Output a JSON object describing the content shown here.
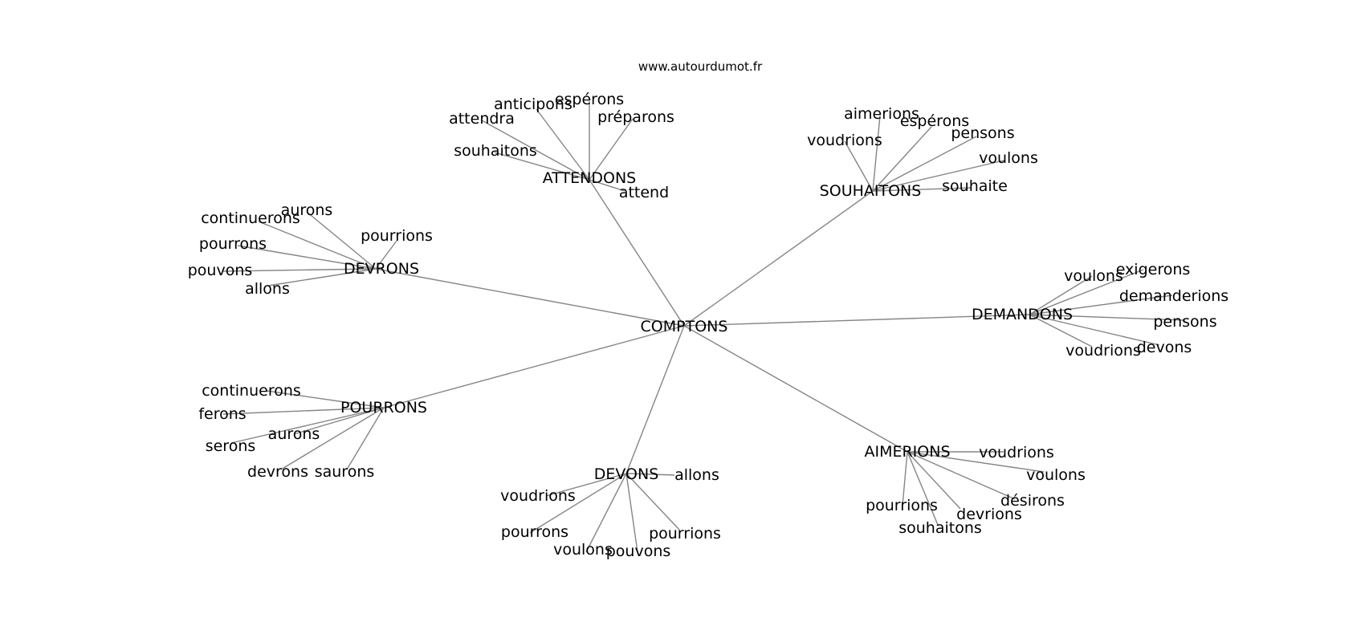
{
  "source_label": "www.autourdumot.fr",
  "center": {
    "id": "center",
    "label": "COMPTONS"
  },
  "hubs": [
    {
      "id": "attendons",
      "label": "ATTENDONS",
      "words": [
        "attendra",
        "anticipons",
        "espérons",
        "préparons",
        "souhaitons",
        "attend"
      ]
    },
    {
      "id": "souhaitons",
      "label": "SOUHAITONS",
      "words": [
        "aimerions",
        "espérons",
        "voudrions",
        "pensons",
        "voulons",
        "souhaite"
      ]
    },
    {
      "id": "devrons",
      "label": "DEVRONS",
      "words": [
        "continuerons",
        "aurons",
        "pourrions",
        "pourrons",
        "pouvons",
        "allons"
      ]
    },
    {
      "id": "demandons",
      "label": "DEMANDONS",
      "words": [
        "voulons",
        "exigerons",
        "demanderions",
        "pensons",
        "voudrions",
        "devons"
      ]
    },
    {
      "id": "pourrons",
      "label": "POURRONS",
      "words": [
        "continuerons",
        "ferons",
        "aurons",
        "serons",
        "devrons",
        "saurons"
      ]
    },
    {
      "id": "devons",
      "label": "DEVONS",
      "words": [
        "allons",
        "voudrions",
        "pourrons",
        "voulons",
        "pouvons",
        "pourrions"
      ]
    },
    {
      "id": "aimerions",
      "label": "AIMERIONS",
      "words": [
        "voudrions",
        "voulons",
        "désirons",
        "pourrions",
        "devrions",
        "souhaitons"
      ]
    }
  ]
}
